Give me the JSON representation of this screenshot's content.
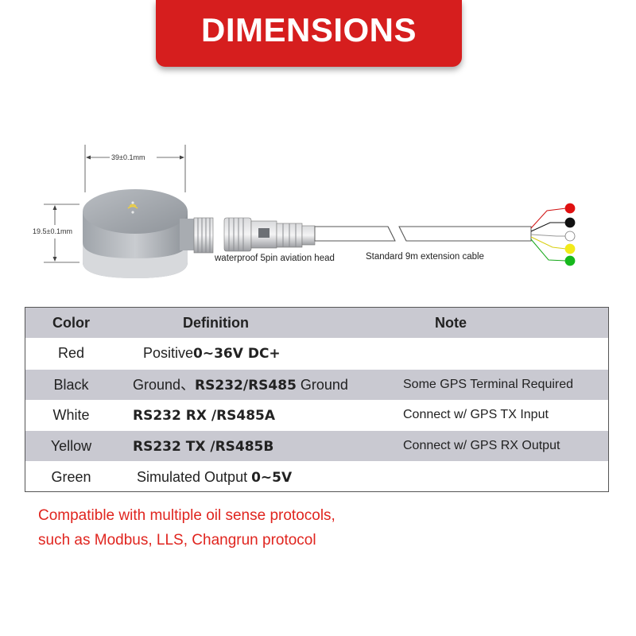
{
  "banner": {
    "title": "DIMENSIONS"
  },
  "diagram": {
    "width_label": "39±0.1mm",
    "height_label": "19.5±0.1mm",
    "head_caption": "waterproof 5pin aviation head",
    "cable_caption": "Standard 9m extension cable",
    "wire_colors": [
      "#e01010",
      "#111111",
      "#ffffff",
      "#f2ea1a",
      "#16b81c"
    ]
  },
  "table": {
    "headers": {
      "color": "Color",
      "definition": "Definition",
      "note": "Note"
    },
    "rows": [
      {
        "color": "Red",
        "def_plain": "Positive",
        "def_bold": "0~36V DC+",
        "def_tail": "",
        "note": ""
      },
      {
        "color": "Black",
        "def_plain": "Ground、",
        "def_bold": "RS232/RS485",
        "def_tail": " Ground",
        "note": "Some GPS Terminal Required"
      },
      {
        "color": "White",
        "def_plain": "",
        "def_bold": "RS232 RX /RS485A",
        "def_tail": "",
        "note": "Connect w/ GPS TX Input"
      },
      {
        "color": "Yellow",
        "def_plain": "",
        "def_bold": "RS232 TX /RS485B",
        "def_tail": "",
        "note": "Connect w/ GPS RX Output"
      },
      {
        "color": "Green",
        "def_plain": "Simulated Output ",
        "def_bold": "0~5V",
        "def_tail": "",
        "note": ""
      }
    ]
  },
  "footnote": {
    "line1": "Compatible with multiple oil sense protocols,",
    "line2": "such as Modbus, LLS, Changrun protocol"
  }
}
